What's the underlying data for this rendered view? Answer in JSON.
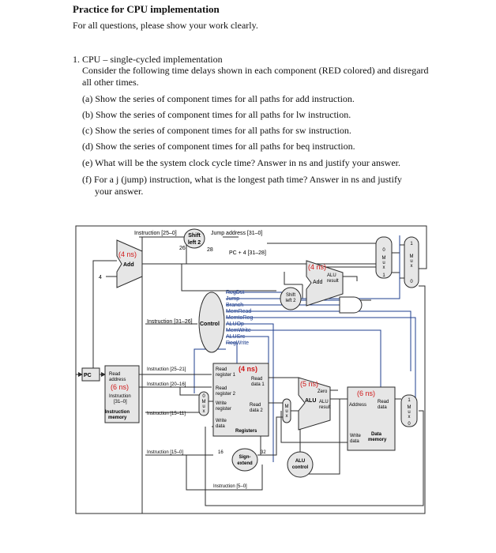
{
  "document": {
    "title": "Practice for CPU implementation",
    "intro": "For all questions, please show your work clearly.",
    "question": {
      "heading": "1. CPU – single-cycled implementation",
      "body": "Consider the following time delays shown in each component (RED colored) and disregard all other times.",
      "items": [
        "(a) Show the series of component times for all paths for add instruction.",
        "(b) Show the series of component times for all paths for lw instruction.",
        "(c) Show the series of component times for all paths for sw instruction.",
        "(d) Show the series of component times for all paths for beq instruction.",
        "(e) What will be the system clock cycle time? Answer in ns and justify your answer.",
        "(f) For a j (jump) instruction, what is the longest path time? Answer in ns and justify",
        "your answer."
      ]
    }
  },
  "diagram": {
    "colors": {
      "wire": "#2b2b2b",
      "control": "#1f3f8f",
      "delay": "#d01818",
      "fill": "#e6e6e6",
      "fill_dark": "#d4d4d4"
    },
    "labels": {
      "instr_25_0": "Instruction [25–0]",
      "shift_left2_a1": "Shift",
      "shift_left2_a2": "left 2",
      "n26": "26",
      "n28": "28",
      "jump_address": "Jump address [31–0]",
      "pc4": "PC + 4 [31–28]",
      "adder1_delay": "(4 ns)",
      "adder1_label": "Add",
      "four": "4",
      "adder2_delay": "(4 ns)",
      "adder2_label": "Add",
      "alu_result_1": "ALU",
      "alu_result_2": "result",
      "shift_left2_b1": "Shift",
      "shift_left2_b2": "left 2",
      "control_label": "Control",
      "instr_31_26": "Instruction [31–26]",
      "ctrl_signals": [
        "RegDst",
        "Jump",
        "Branch",
        "MemRead",
        "MemtoReg",
        "ALUOp",
        "MemWrite",
        "ALUSrc",
        "RegWrite"
      ],
      "pc": "PC",
      "im_read": "Read",
      "im_address": "address",
      "im_delay": "(6 ns)",
      "im_instruction": "Instruction",
      "im_bits": "[31–0]",
      "im_name1": "Instruction",
      "im_name2": "memory",
      "instr_25_21": "Instruction [25–21]",
      "instr_20_16": "Instruction [20–16]",
      "instr_15_11": "Instruction [15–11]",
      "instr_15_0": "Instruction [15–0]",
      "instr_5_0": "Instruction [5–0]",
      "reg_read_reg1_a": "Read",
      "reg_read_reg1_b": "register 1",
      "reg_delay": "(4 ns)",
      "reg_read_data1_a": "Read",
      "reg_read_data1_b": "data 1",
      "reg_read_reg2_a": "Read",
      "reg_read_reg2_b": "register 2",
      "reg_write_reg_a": "Write",
      "reg_write_reg_b": "register",
      "reg_read_data2_a": "Read",
      "reg_read_data2_b": "data 2",
      "reg_write_data_a": "Write",
      "reg_write_data_b": "data",
      "reg_name": "Registers",
      "alu_delay": "(5 ns)",
      "alu_zero": "Zero",
      "alu_name": "ALU",
      "alu_res1": "ALU",
      "alu_res2": "result",
      "dm_delay": "(6 ns)",
      "dm_address": "Address",
      "dm_read1": "Read",
      "dm_read2": "data",
      "dm_write1": "Write",
      "dm_write2": "data",
      "dm_name1": "Data",
      "dm_name2": "memory",
      "sign_extend1": "Sign-",
      "sign_extend2": "extend",
      "n16": "16",
      "n32": "32",
      "alu_control1": "ALU",
      "alu_control2": "control",
      "mux_letters": [
        "M",
        "u",
        "x"
      ],
      "mux0": "0",
      "mux1": "1"
    }
  }
}
